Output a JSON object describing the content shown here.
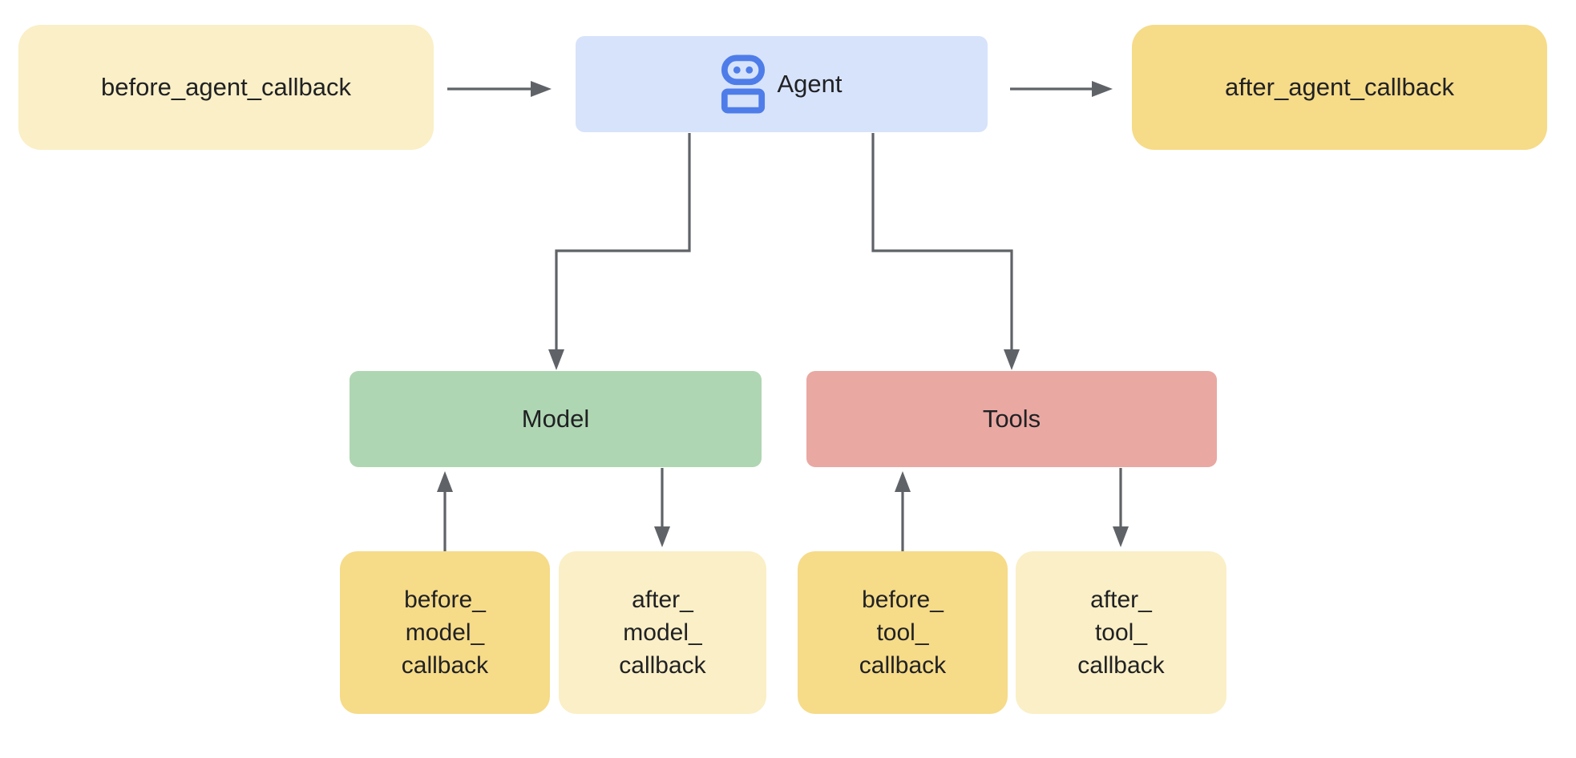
{
  "canvas": {
    "background": "#ffffff"
  },
  "colors": {
    "light_yellow": "#FAEFC6",
    "dark_yellow": "#F6DB88",
    "agent_blue": "#D7E3FB",
    "icon_blue": "#4E7DE9",
    "model_green": "#AFD6B2",
    "tools_salmon": "#E9A8A2",
    "arrow_gray": "#5F6368",
    "text_dark": "#202124"
  },
  "nodes": {
    "before_agent": {
      "label": "before_agent_callback",
      "fill": "#FAEFC6"
    },
    "agent": {
      "label": "Agent",
      "fill": "#D7E3FB",
      "icon": "robot-icon"
    },
    "after_agent": {
      "label": "after_agent_callback",
      "fill": "#F6DB88"
    },
    "model": {
      "label": "Model",
      "fill": "#AFD6B2"
    },
    "tools": {
      "label": "Tools",
      "fill": "#E9A8A2"
    },
    "before_model": {
      "lines": [
        "before_",
        "model_",
        "callback"
      ],
      "fill": "#F6DB88"
    },
    "after_model": {
      "lines": [
        "after_",
        "model_",
        "callback"
      ],
      "fill": "#FAEFC6"
    },
    "before_tool": {
      "lines": [
        "before_",
        "tool_",
        "callback"
      ],
      "fill": "#F6DB88"
    },
    "after_tool": {
      "lines": [
        "after_",
        "tool_",
        "callback"
      ],
      "fill": "#FAEFC6"
    }
  },
  "edges": [
    {
      "from": "before_agent_callback",
      "to": "Agent"
    },
    {
      "from": "Agent",
      "to": "after_agent_callback"
    },
    {
      "from": "Agent",
      "to": "Model"
    },
    {
      "from": "Agent",
      "to": "Tools"
    },
    {
      "from": "before_model_callback",
      "to": "Model"
    },
    {
      "from": "Model",
      "to": "after_model_callback"
    },
    {
      "from": "before_tool_callback",
      "to": "Tools"
    },
    {
      "from": "Tools",
      "to": "after_tool_callback"
    }
  ]
}
